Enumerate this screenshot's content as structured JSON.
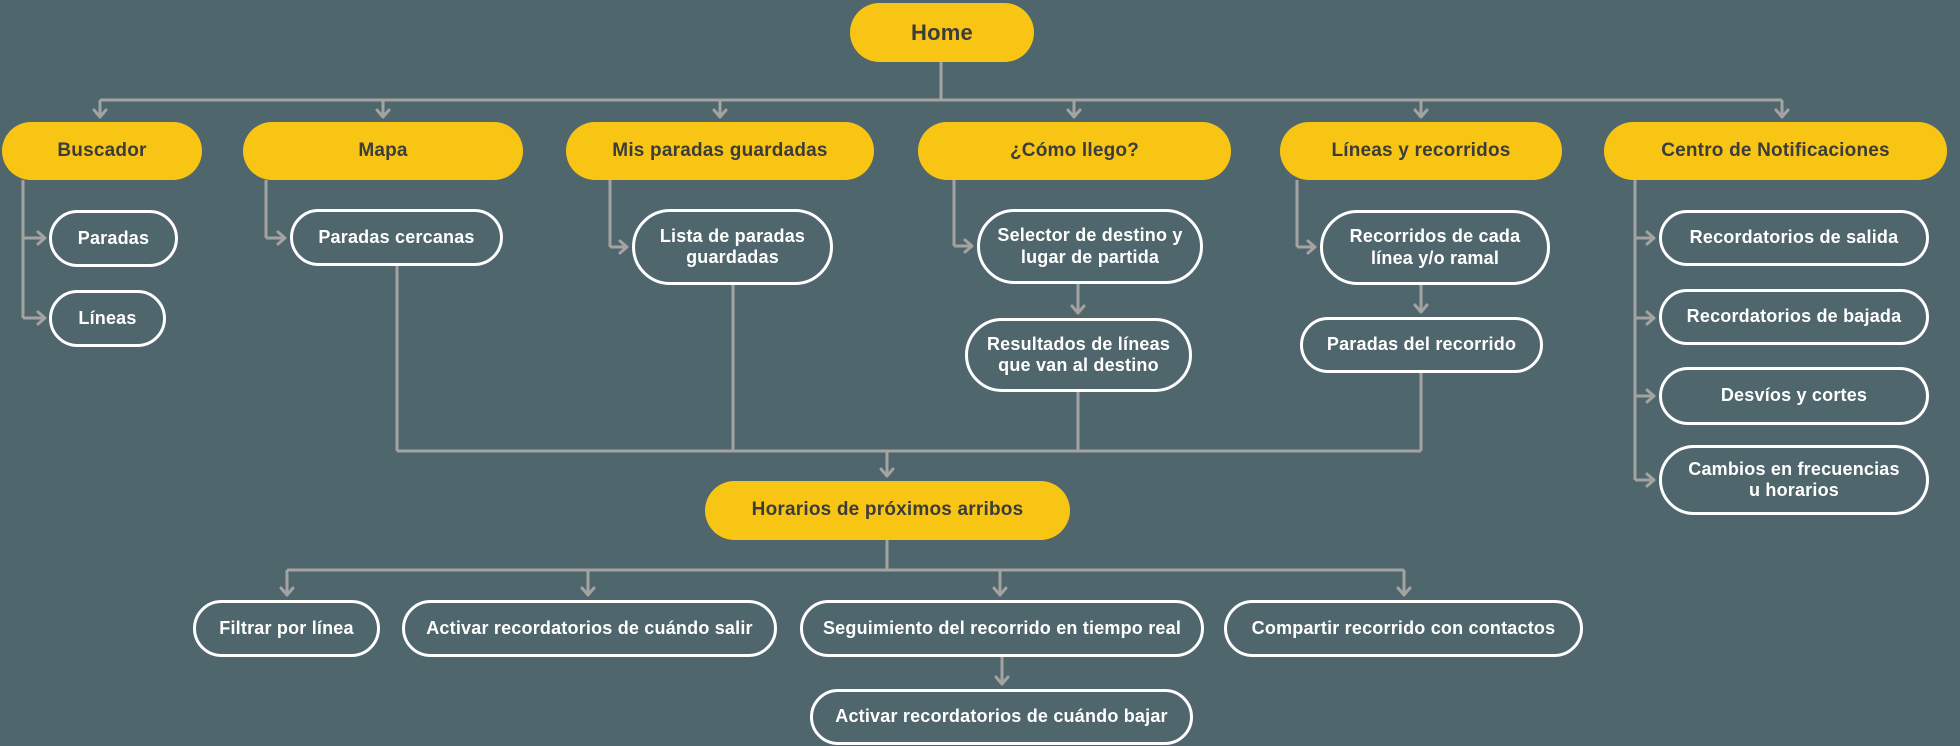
{
  "diagram_type": "app-sitemap-flowchart",
  "colors": {
    "background": "#4F666C",
    "primary_node": "#F8C514",
    "primary_node_text": "#3C3C3B",
    "outline_node_border": "#FFFFFF",
    "outline_node_text": "#FFFFFF",
    "connector_line": "#A3A3A2"
  },
  "flowchart": {
    "root": {
      "label": "Home"
    },
    "sections": [
      {
        "label": "Buscador",
        "children": [
          {
            "label": "Paradas"
          },
          {
            "label": "Líneas"
          }
        ]
      },
      {
        "label": "Mapa",
        "children": [
          {
            "label": "Paradas cercanas"
          }
        ]
      },
      {
        "label": "Mis paradas guardadas",
        "children": [
          {
            "label": "Lista de paradas guardadas"
          }
        ]
      },
      {
        "label": "¿Cómo llego?",
        "children": [
          {
            "label": "Selector de destino y lugar de partida",
            "children": [
              {
                "label": "Resultados de líneas que van al destino"
              }
            ]
          }
        ]
      },
      {
        "label": "Líneas y recorridos",
        "children": [
          {
            "label": "Recorridos de cada línea y/o ramal",
            "children": [
              {
                "label": "Paradas del recorrido"
              }
            ]
          }
        ]
      },
      {
        "label": "Centro de Notificaciones",
        "children": [
          {
            "label": "Recordatorios de salida"
          },
          {
            "label": "Recordatorios de bajada"
          },
          {
            "label": "Desvíos y cortes"
          },
          {
            "label": "Cambios en frecuencias u horarios"
          }
        ]
      }
    ],
    "merge_node": {
      "label": "Horarios de próximos arribos",
      "children": [
        {
          "label": "Filtrar por línea"
        },
        {
          "label": "Activar recordatorios de cuándo salir"
        },
        {
          "label": "Seguimiento del recorrido en tiempo real",
          "children": [
            {
              "label": "Activar recordatorios de cuándo bajar"
            }
          ]
        },
        {
          "label": "Compartir recorrido con contactos"
        }
      ]
    }
  }
}
